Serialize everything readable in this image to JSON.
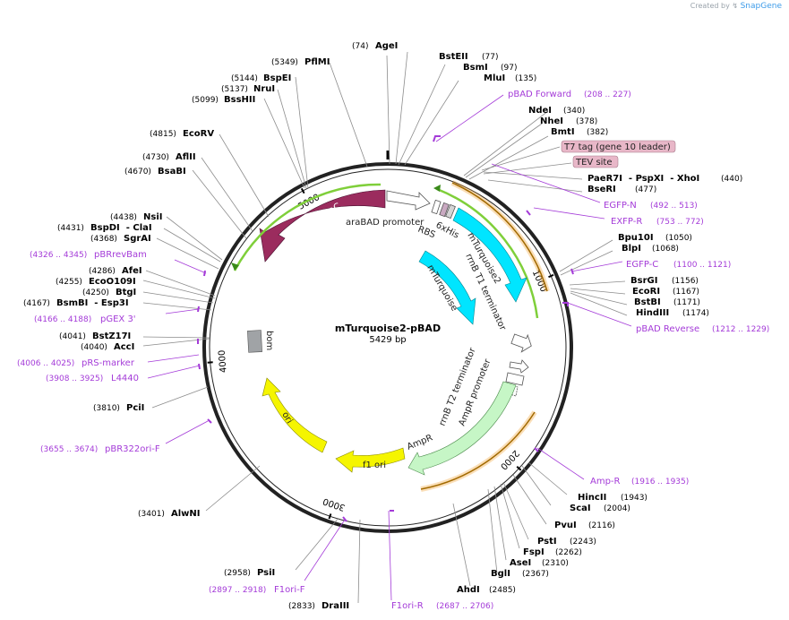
{
  "watermark": {
    "prefix": "Created by",
    "brand": "SnapGene"
  },
  "plasmid": {
    "name": "mTurquoise2-pBAD",
    "length_label": "5429 bp"
  },
  "ticks": [
    {
      "label": "1000",
      "pos": 1000
    },
    {
      "label": "2000",
      "pos": 2000
    },
    {
      "label": "3000",
      "pos": 3000
    },
    {
      "label": "4000",
      "pos": 4000
    },
    {
      "label": "5000",
      "pos": 5000
    }
  ],
  "enzymes": [
    {
      "name": "AgeI",
      "pos_label": "(74)"
    },
    {
      "name": "BstEII",
      "pos_label": "(77)"
    },
    {
      "name": "BsmI",
      "pos_label": "(97)"
    },
    {
      "name": "MluI",
      "pos_label": "(135)"
    },
    {
      "name": "NdeI",
      "pos_label": "(340)"
    },
    {
      "name": "NheI",
      "pos_label": "(378)"
    },
    {
      "name": "BmtI",
      "pos_label": "(382)"
    },
    {
      "name": "PaeR7I  - PspXI  - XhoI",
      "pos_label": "(440)"
    },
    {
      "name": "BseRI",
      "pos_label": "(477)"
    },
    {
      "name": "Bpu10I",
      "pos_label": "(1050)"
    },
    {
      "name": "BlpI",
      "pos_label": "(1068)"
    },
    {
      "name": "BsrGI",
      "pos_label": "(1156)"
    },
    {
      "name": "EcoRI",
      "pos_label": "(1167)"
    },
    {
      "name": "BstBI",
      "pos_label": "(1171)"
    },
    {
      "name": "HindIII",
      "pos_label": "(1174)"
    },
    {
      "name": "HincII",
      "pos_label": "(1943)"
    },
    {
      "name": "ScaI",
      "pos_label": "(2004)"
    },
    {
      "name": "PvuI",
      "pos_label": "(2116)"
    },
    {
      "name": "PstI",
      "pos_label": "(2243)"
    },
    {
      "name": "FspI",
      "pos_label": "(2262)"
    },
    {
      "name": "AseI",
      "pos_label": "(2310)"
    },
    {
      "name": "BglI",
      "pos_label": "(2367)"
    },
    {
      "name": "AhdI",
      "pos_label": "(2485)"
    },
    {
      "name": "DraIII",
      "pos_label": "(2833)"
    },
    {
      "name": "PsiI",
      "pos_label": "(2958)"
    },
    {
      "name": "AlwNI",
      "pos_label": "(3401)"
    },
    {
      "name": "PciI",
      "pos_label": "(3810)"
    },
    {
      "name": "BstZ17I",
      "pos_label": "(4041)"
    },
    {
      "name": "AccI",
      "pos_label": "(4040)"
    },
    {
      "name": "BsmBI  - Esp3I",
      "pos_label": "(4167)"
    },
    {
      "name": "BtgI",
      "pos_label": "(4250)"
    },
    {
      "name": "EcoO109I",
      "pos_label": "(4255)"
    },
    {
      "name": "AfeI",
      "pos_label": "(4286)"
    },
    {
      "name": "SgrAI",
      "pos_label": "(4368)"
    },
    {
      "name": "BspDI  - ClaI",
      "pos_label": "(4431)"
    },
    {
      "name": "NsiI",
      "pos_label": "(4438)"
    },
    {
      "name": "BsaBI",
      "pos_label": "(4670)"
    },
    {
      "name": "AflII",
      "pos_label": "(4730)"
    },
    {
      "name": "EcoRV",
      "pos_label": "(4815)"
    },
    {
      "name": "BssHII",
      "pos_label": "(5099)"
    },
    {
      "name": "NruI",
      "pos_label": "(5137)"
    },
    {
      "name": "BspEI",
      "pos_label": "(5144)"
    },
    {
      "name": "PflMI",
      "pos_label": "(5349)"
    }
  ],
  "primers": [
    {
      "name": "pBAD Forward",
      "range": "(208 .. 227)"
    },
    {
      "name": "EGFP-N",
      "range": "(492 .. 513)"
    },
    {
      "name": "EXFP-R",
      "range": "(753 .. 772)"
    },
    {
      "name": "EGFP-C",
      "range": "(1100 .. 1121)"
    },
    {
      "name": "pBAD Reverse",
      "range": "(1212 .. 1229)"
    },
    {
      "name": "Amp-R",
      "range": "(1916 .. 1935)"
    },
    {
      "name": "F1ori-R",
      "range": "(2687 .. 2706)"
    },
    {
      "name": "F1ori-F",
      "range": "(2897 .. 2918)"
    },
    {
      "name": "pBR322ori-F",
      "range": "(3655 .. 3674)"
    },
    {
      "name": "L4440",
      "range": "(3908 .. 3925)"
    },
    {
      "name": "pRS-marker",
      "range": "(4006 .. 4025)"
    },
    {
      "name": "pGEX 3'",
      "range": "(4166 .. 4188)"
    },
    {
      "name": "pBRrevBam",
      "range": "(4326 .. 4345)"
    }
  ],
  "features": [
    {
      "name": "araC",
      "color": "#9b2c5e"
    },
    {
      "name": "araBAD promoter",
      "color": "#ffffff"
    },
    {
      "name": "RBS",
      "color": "#ffffff"
    },
    {
      "name": "6xHis",
      "color": "#c9a9c1"
    },
    {
      "name": "mTurquoise2",
      "color": "#00e5ff"
    },
    {
      "name": "mTurquoise",
      "color": "#00e5ff"
    },
    {
      "name": "rrnB T1 terminator",
      "color": "#ffffff"
    },
    {
      "name": "rrnB T2 terminator",
      "color": "#ffffff"
    },
    {
      "name": "AmpR promoter",
      "color": "#ffffff"
    },
    {
      "name": "AmpR",
      "color": "#c6f6c6"
    },
    {
      "name": "f1 ori",
      "color": "#f5f500"
    },
    {
      "name": "ori",
      "color": "#f5f500"
    },
    {
      "name": "bom",
      "color": "#a0a3a6"
    }
  ],
  "tag_boxes": [
    {
      "name": "T7 tag (gene 10 leader)",
      "color": "#e8b7c8"
    },
    {
      "name": "TEV site",
      "color": "#e8b7c8"
    }
  ]
}
